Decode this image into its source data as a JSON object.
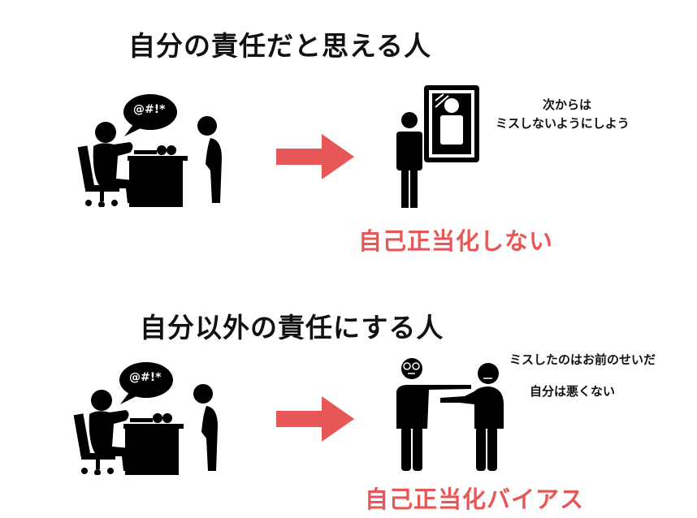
{
  "colors": {
    "accent": "#e85757",
    "ink": "#111111"
  },
  "section1": {
    "title": "自分の責任だと思える人",
    "bubble": "@#!*",
    "speech_line1": "次からは",
    "speech_line2": "ミスしないようにしよう",
    "result": "自己正当化しない"
  },
  "section2": {
    "title": "自分以外の責任にする人",
    "bubble": "@#!*",
    "speech_blame": "ミスしたのはお前のせいだ",
    "speech_self": "自分は悪くない",
    "result": "自己正当化バイアス"
  }
}
